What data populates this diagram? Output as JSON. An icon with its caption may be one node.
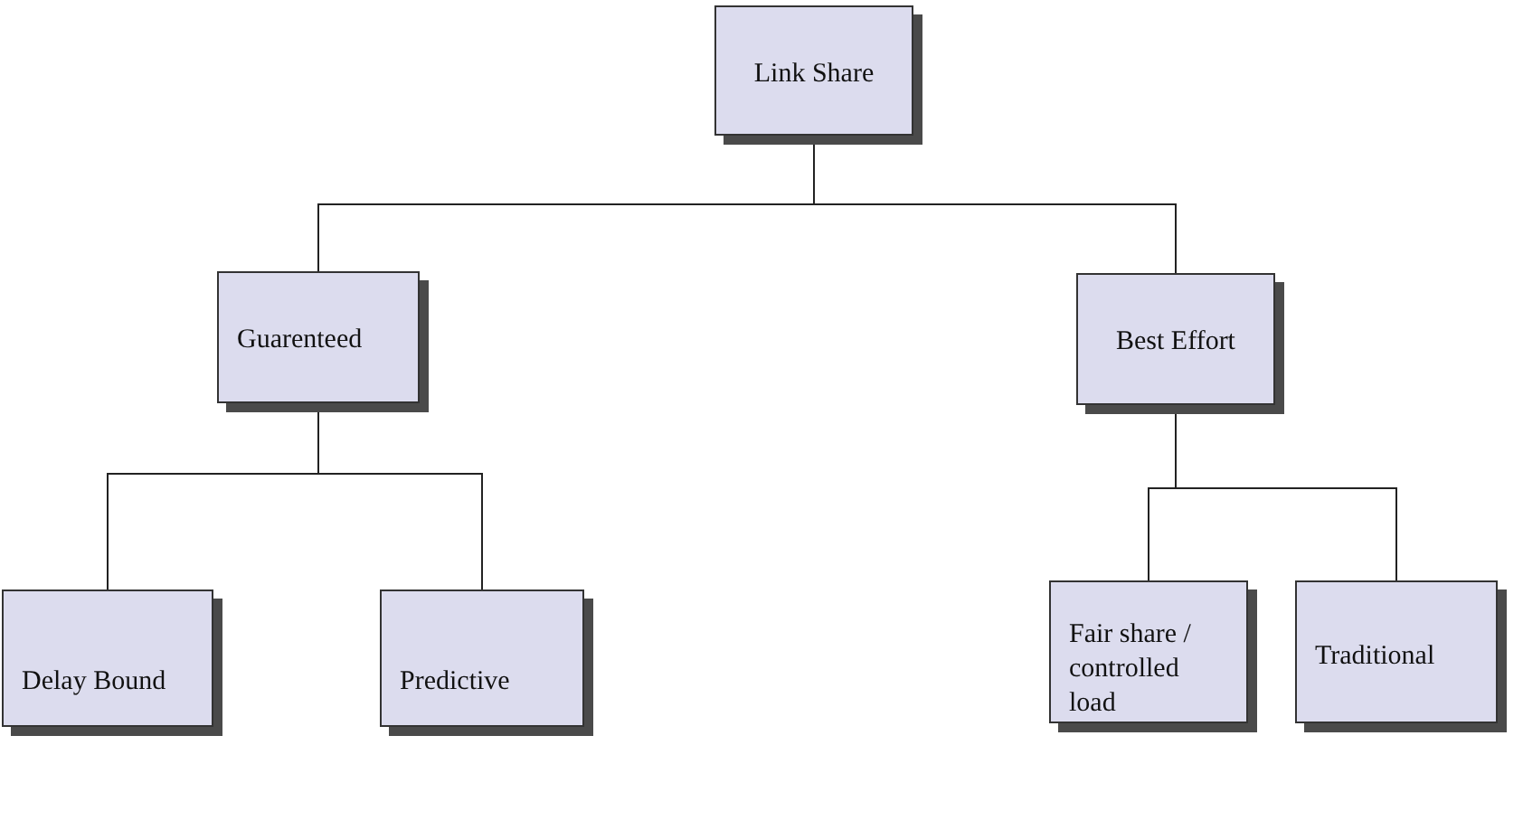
{
  "diagram": {
    "nodes": [
      {
        "text": [
          "Link Share"
        ]
      },
      {
        "text": [
          "Guarenteed"
        ]
      },
      {
        "text": [
          "Best Effort"
        ]
      },
      {
        "text": [
          "Delay Bound"
        ]
      },
      {
        "text": [
          "Predictive"
        ]
      },
      {
        "text": [
          "Fair share / controlled load"
        ]
      },
      {
        "text": [
          "Traditional"
        ]
      }
    ],
    "edges": [
      {
        "from": 0,
        "to": 1,
        "arrow": "none"
      },
      {
        "from": 0,
        "to": 2,
        "arrow": "none"
      },
      {
        "from": 1,
        "to": 3,
        "arrow": "none"
      },
      {
        "from": 1,
        "to": 4,
        "arrow": "none"
      },
      {
        "from": 2,
        "to": 5,
        "arrow": "none"
      },
      {
        "from": 2,
        "to": 6,
        "arrow": "none"
      }
    ]
  }
}
